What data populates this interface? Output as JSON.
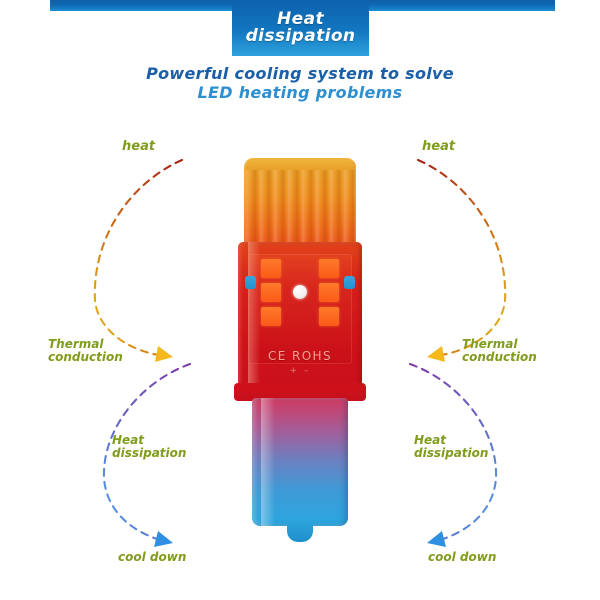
{
  "header": {
    "badge_title": "Heat\ndissipation",
    "subtitle_line1": "Powerful cooling system to solve",
    "subtitle_line2": "LED heating problems",
    "rule_color": "#0f68b4",
    "badge_color": "#1277c0",
    "subtitle_color_1": "#1a5fa8",
    "subtitle_color_2": "#2d8fd0"
  },
  "annotations": {
    "label_color": "#7f9c1b",
    "left": {
      "heat": "heat",
      "thermal_conduction": "Thermal\nconduction",
      "heat_dissipation": "Heat\ndissipation",
      "cool_down": "cool down"
    },
    "right": {
      "heat": "heat",
      "thermal_conduction": "Thermal\nconduction",
      "heat_dissipation": "Heat\ndissipation",
      "cool_down": "cool down"
    },
    "arrow_upper_color": "#f5b91d",
    "arrow_lower_color": "#2f8fe0",
    "arc_upper_start_color": "#a32219",
    "arc_upper_end_color": "#e8c21f",
    "arc_lower_start_color": "#7d3fa8",
    "arc_lower_end_color": "#4aa8e8"
  },
  "product": {
    "certification_text": "CE  ROHS",
    "polarity_text": "+  –",
    "heatsink_color": "#ee8a1c",
    "body_color": "#cf1119",
    "base_top_color": "#d03a62",
    "base_bottom_color": "#2aa7e0",
    "led_chip_color": "#fb5a18",
    "led_chip_count": 6,
    "lens_dot_color": "#ffffff"
  }
}
